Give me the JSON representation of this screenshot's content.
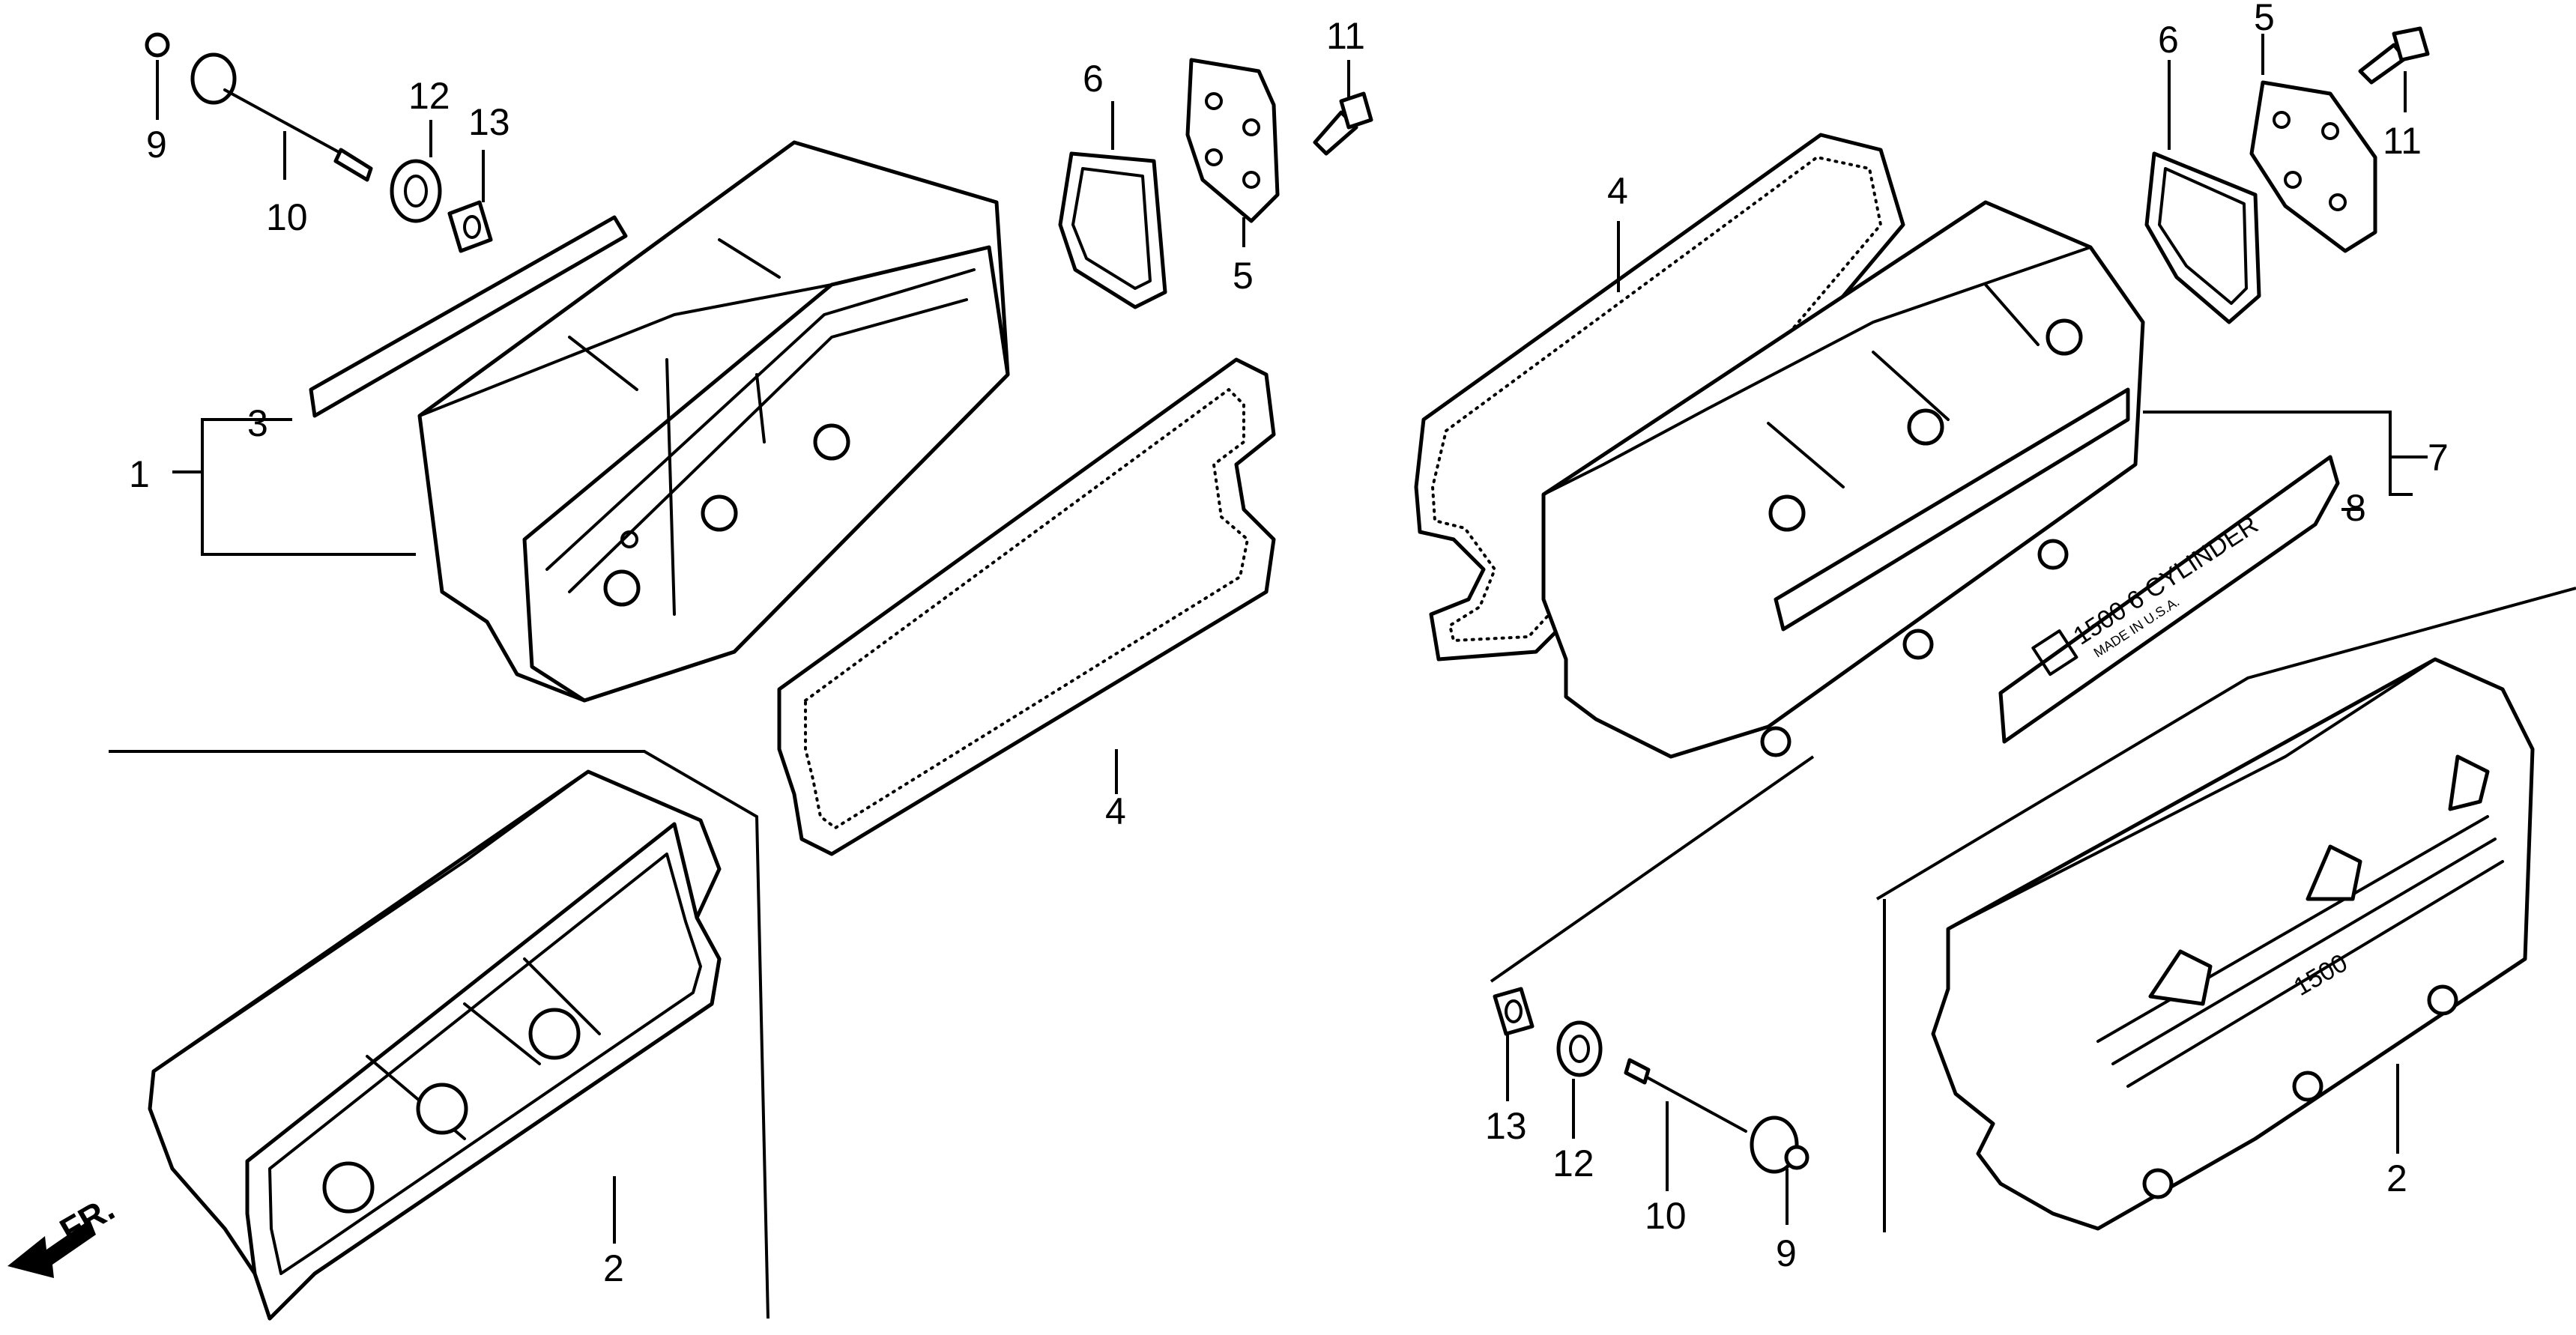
{
  "callouts": {
    "c1": "1",
    "c2_left": "2",
    "c2_right": "2",
    "c3": "3",
    "c4_left": "4",
    "c4_right": "4",
    "c5_left": "5",
    "c5_right": "5",
    "c6_left": "6",
    "c6_right": "6",
    "c7": "7",
    "c8": "8",
    "c9_left": "9",
    "c9_right": "9",
    "c10_left": "10",
    "c10_right": "10",
    "c11_left": "11",
    "c11_right": "11",
    "c12_left": "12",
    "c12_right": "12",
    "c13_left": "13",
    "c13_right": "13"
  },
  "emblem": {
    "line1": "1500 6 CYLINDER",
    "line2": "MADE IN U.S.A."
  },
  "cover_stamp": "1500",
  "front_marker": "FR."
}
